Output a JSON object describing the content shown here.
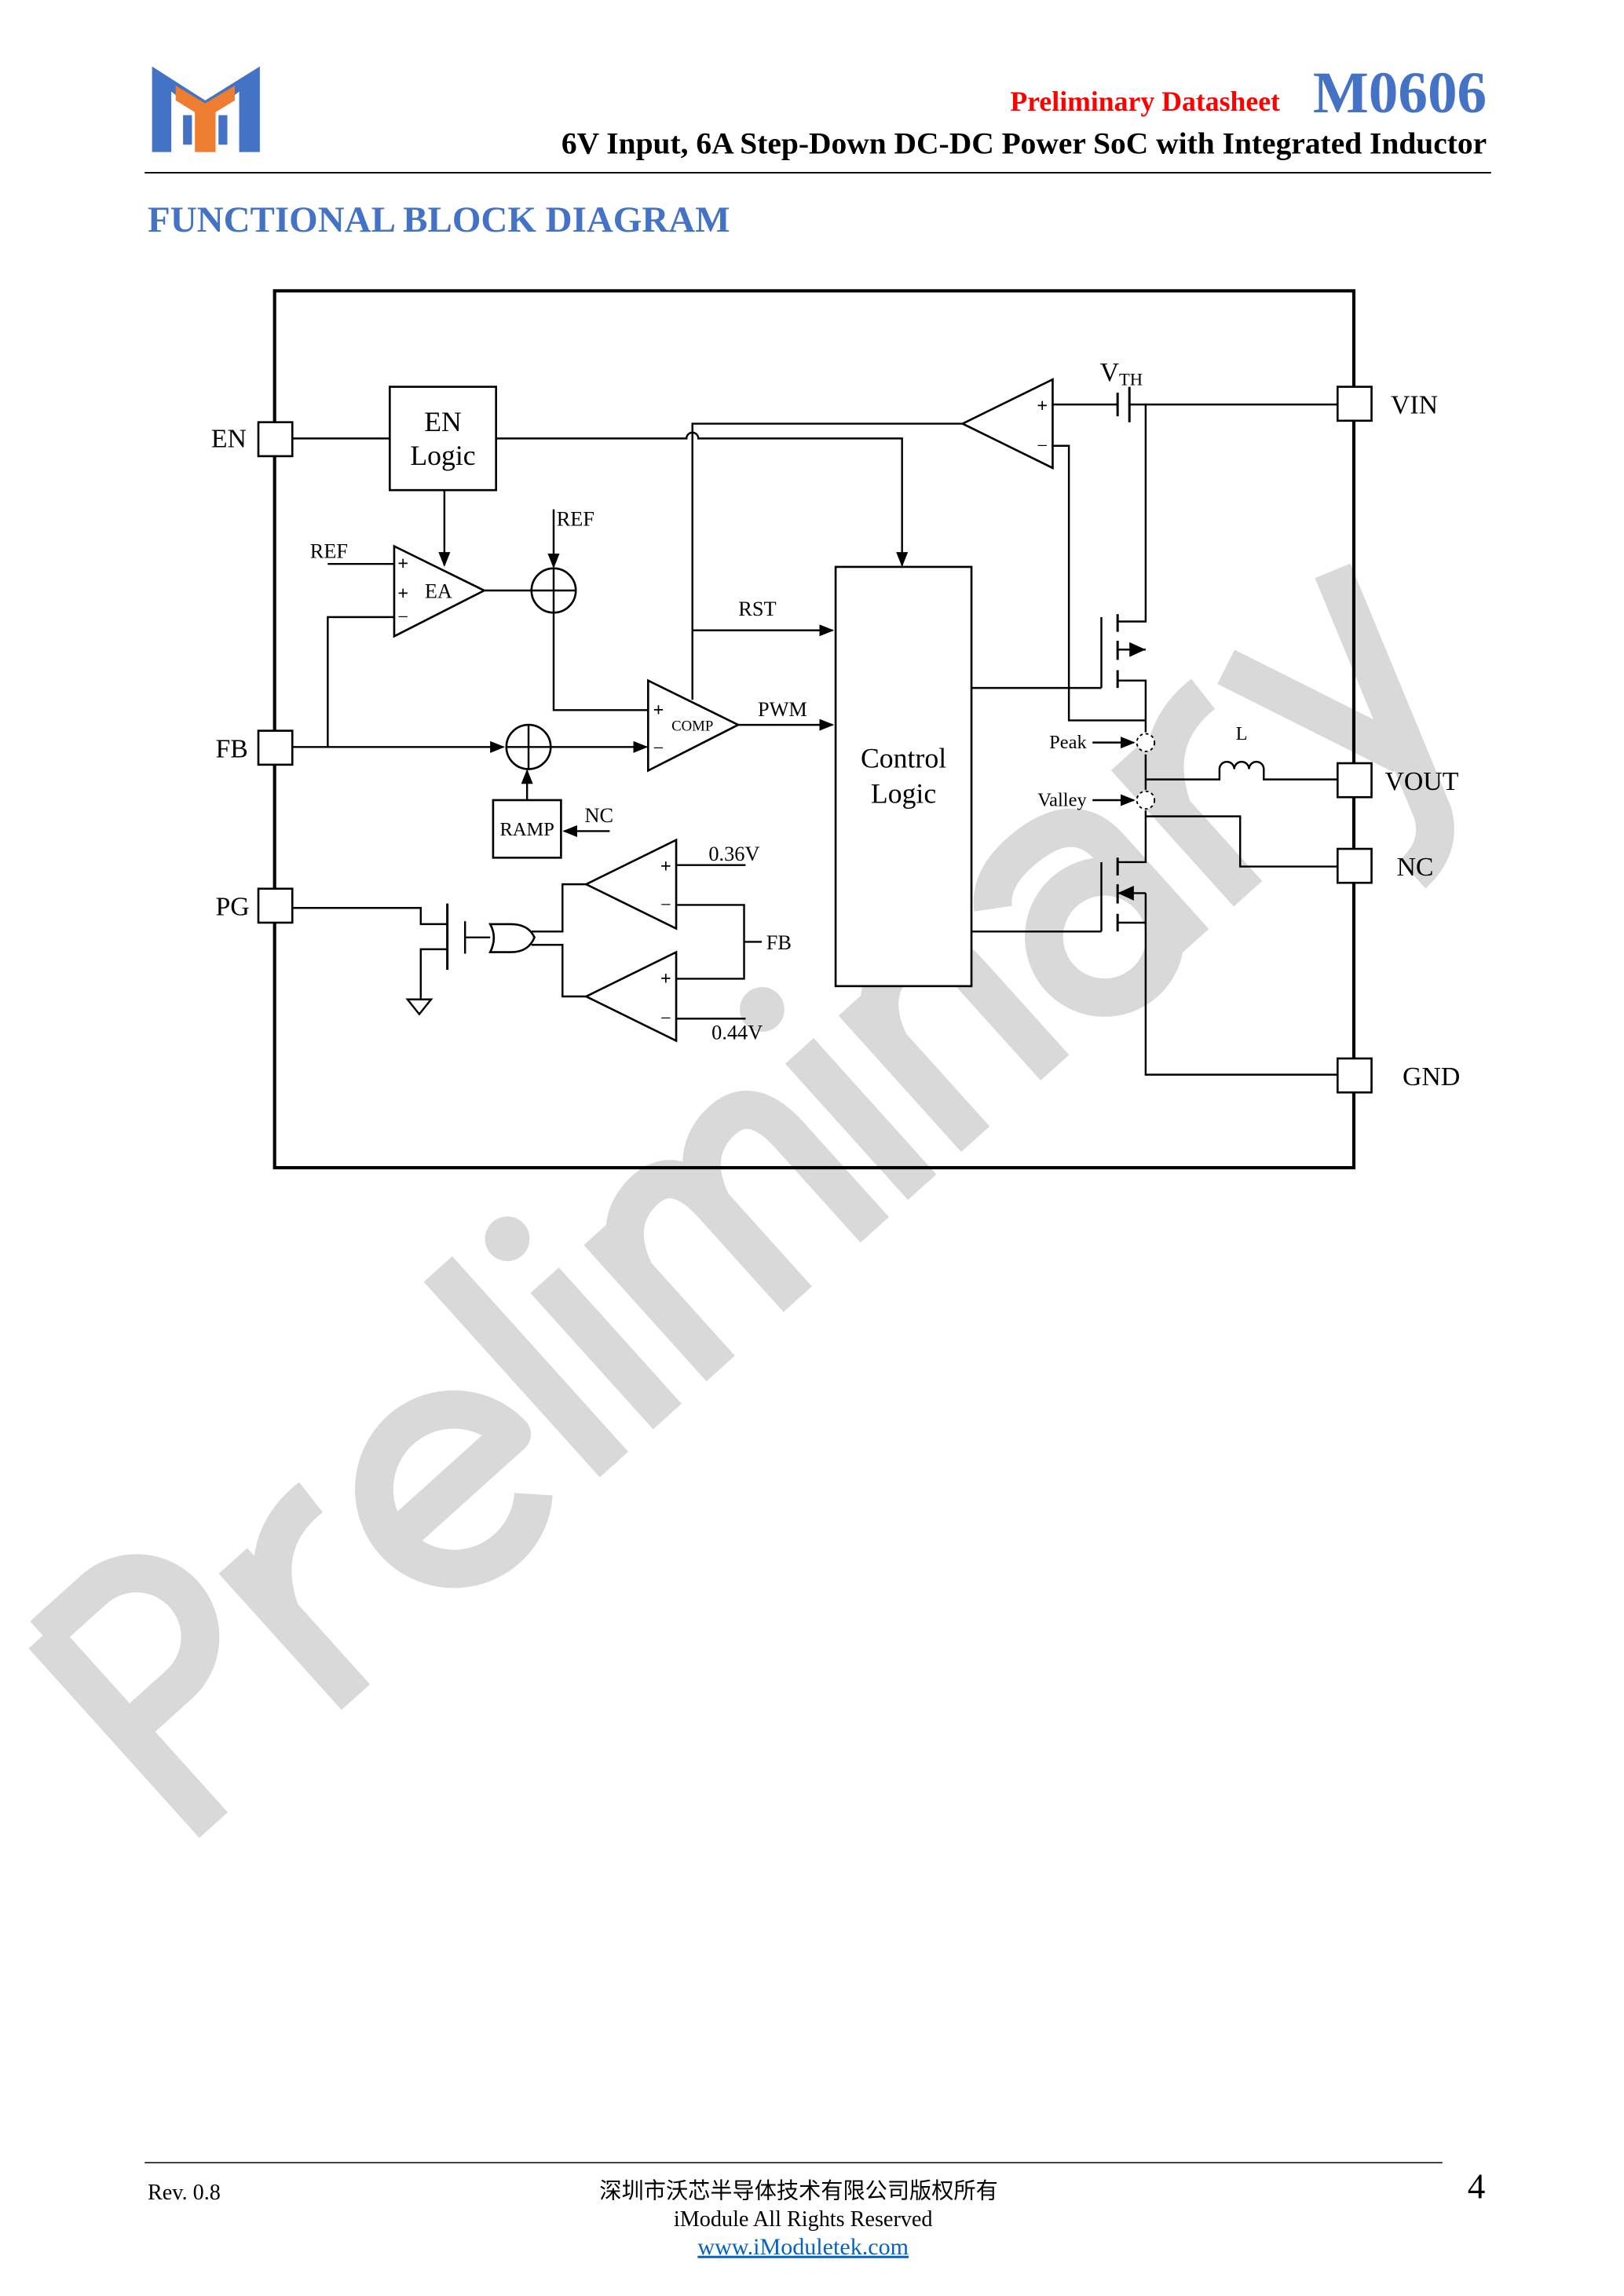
{
  "header": {
    "logo": "iModuletek logo",
    "doc_status": "Preliminary Datasheet",
    "part_number": "M0606",
    "subtitle": "6V Input, 6A Step-Down DC-DC Power SoC with Integrated Inductor"
  },
  "section_title": "FUNCTIONAL BLOCK DIAGRAM",
  "watermark": "Preliminary",
  "colors": {
    "brand_blue": "#4472C4",
    "status_red": "#FF0000",
    "logo_orange": "#ED7D31",
    "watermark": "#D9D9D9"
  },
  "diagram": {
    "pins": {
      "en": "EN",
      "fb": "FB",
      "pg": "PG",
      "vin": "VIN",
      "vout": "VOUT",
      "nc": "NC",
      "gnd": "GND"
    },
    "blocks": {
      "en_logic_1": "EN",
      "en_logic_2": "Logic",
      "control_1": "Control",
      "control_2": "Logic",
      "ramp": "RAMP",
      "ea": "EA",
      "comp": "COMP"
    },
    "signals": {
      "ref_ea": "REF",
      "ref_sum": "REF",
      "rst": "RST",
      "pwm": "PWM",
      "nc_ramp": "NC",
      "v036": "0.36V",
      "v044": "0.44V",
      "fb_pg": "FB",
      "vth_v": "V",
      "vth_sub": "TH",
      "peak": "Peak",
      "valley": "Valley",
      "inductor": "L",
      "plus": "+",
      "minus": "−"
    }
  },
  "footer": {
    "revision": "Rev. 0.8",
    "company_cn": "深圳市沃芯半导体技术有限公司版权所有",
    "rights": "iModule All Rights Reserved",
    "website": "www.iModuletek.com",
    "page_number": "4"
  }
}
